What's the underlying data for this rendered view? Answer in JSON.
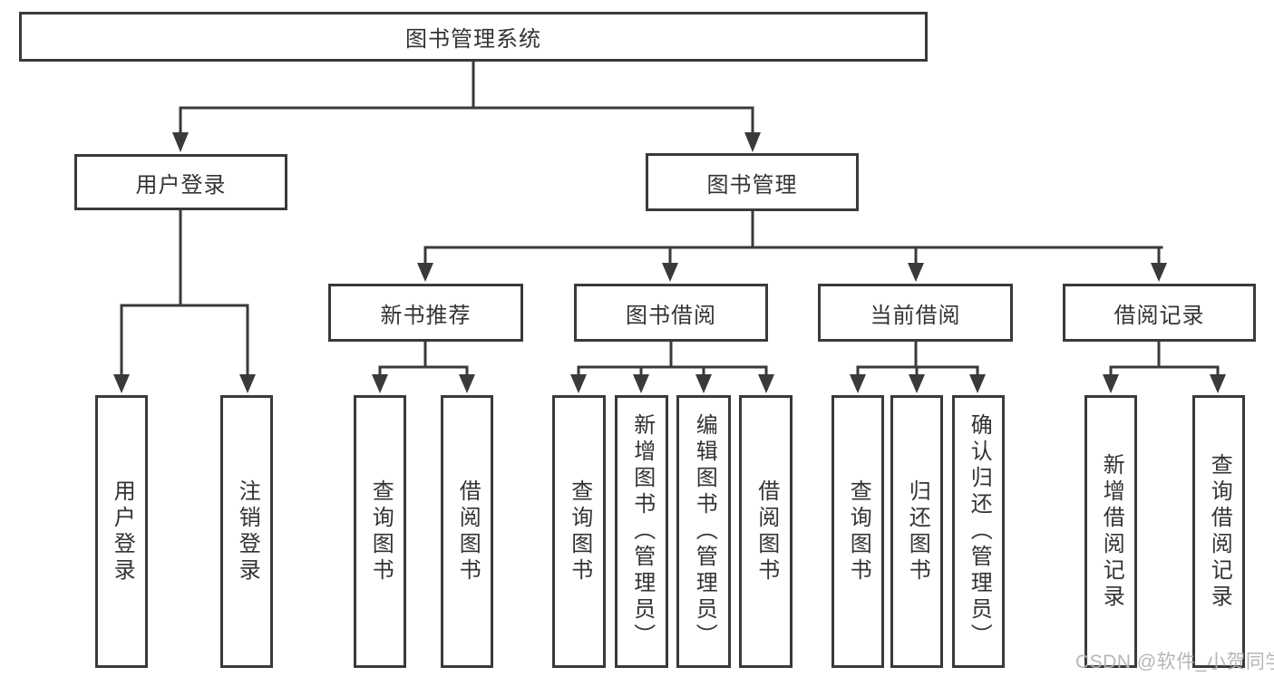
{
  "diagram": {
    "root": {
      "label": "图书管理系统",
      "children": [
        {
          "label": "用户登录",
          "children": [
            {
              "label": "用户登录"
            },
            {
              "label": "注销登录"
            }
          ]
        },
        {
          "label": "图书管理",
          "children": [
            {
              "label": "新书推荐",
              "children": [
                {
                  "label": "查询图书"
                },
                {
                  "label": "借阅图书"
                }
              ]
            },
            {
              "label": "图书借阅",
              "children": [
                {
                  "label": "查询图书"
                },
                {
                  "label": "新增图书（管理员）"
                },
                {
                  "label": "编辑图书（管理员）"
                },
                {
                  "label": "借阅图书"
                }
              ]
            },
            {
              "label": "当前借阅",
              "children": [
                {
                  "label": "查询图书"
                },
                {
                  "label": "归还图书"
                },
                {
                  "label": "确认归还（管理员）"
                }
              ]
            },
            {
              "label": "借阅记录",
              "children": [
                {
                  "label": "新增借阅记录"
                },
                {
                  "label": "查询借阅记录"
                }
              ]
            }
          ]
        }
      ]
    },
    "watermark": "CSDN @软件_小贺同学",
    "colors": {
      "line": "#3a3a3a",
      "text": "#333333",
      "watermark": "#b2b2b2",
      "background": "#ffffff"
    }
  }
}
